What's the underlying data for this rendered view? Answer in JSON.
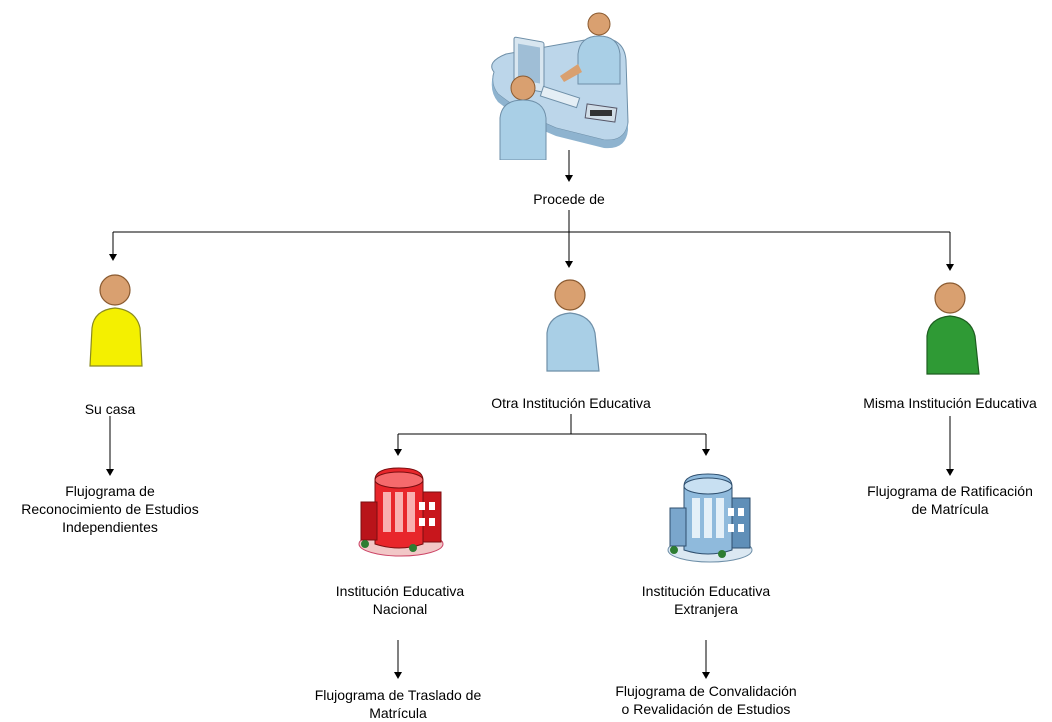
{
  "root": {
    "label": "Procede de"
  },
  "origins": {
    "home": {
      "label": "Su casa"
    },
    "other": {
      "label": "Otra Institución Educativa"
    },
    "same": {
      "label": "Misma Institución Educativa"
    }
  },
  "institutions": {
    "national": {
      "line1": "Institución Educativa",
      "line2": "Nacional"
    },
    "foreign": {
      "line1": "Institución Educativa",
      "line2": "Extranjera"
    }
  },
  "flows": {
    "independent": {
      "line1": "Flujograma de",
      "line2": "Reconocimiento de Estudios",
      "line3": "Independientes"
    },
    "ratification": {
      "line1": "Flujograma de Ratificación",
      "line2": "de Matrícula"
    },
    "transfer": {
      "line1": "Flujograma de Traslado de",
      "line2": "Matrícula"
    },
    "validation": {
      "line1": "Flujograma de Convalidación",
      "line2": "o Revalidación de Estudios"
    }
  },
  "icons": {
    "desk": "office-desk-icon",
    "person_yellow": "person-yellow-icon",
    "person_blue": "person-blue-icon",
    "person_green": "person-green-icon",
    "building_red": "building-red-icon",
    "building_blue": "building-blue-icon"
  },
  "colors": {
    "yellow": "#f4f000",
    "blue": "#a9cfe6",
    "green": "#2f9a35",
    "red": "#e8262b",
    "skin": "#d9a070"
  }
}
